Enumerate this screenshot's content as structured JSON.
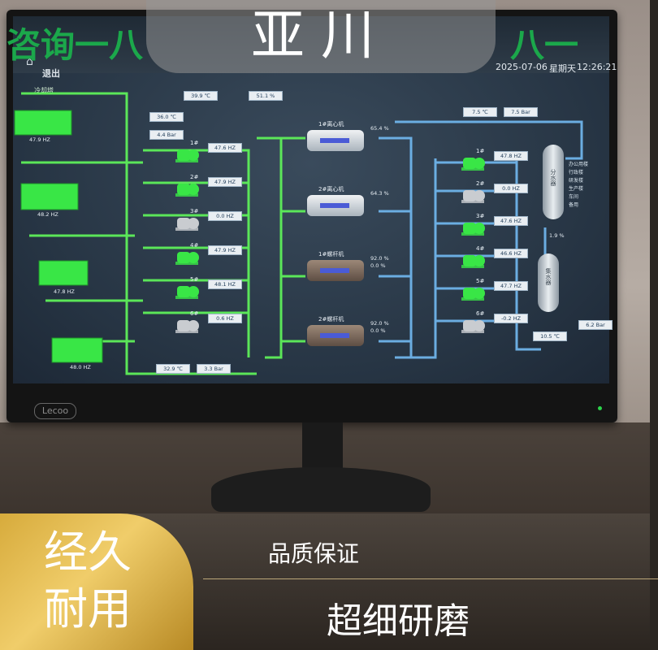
{
  "overlay": {
    "brand": "亚川",
    "left_fragment": "咨询一八",
    "right_fragment": "八一",
    "badge_line1": "经久",
    "badge_line2": "耐用",
    "quality": "品质保证",
    "grind": "超细研磨"
  },
  "monitor": {
    "brand_logo": "Lecoo",
    "header": {
      "exit_label": "退出",
      "date": "2025-07-06",
      "weekday": "星期天",
      "time": "12:26:21",
      "icon": "home-icon"
    },
    "tower_group_label": "冷却塔",
    "top_readings": [
      {
        "value": "39.9 ℃"
      },
      {
        "value": "51.1 %"
      }
    ],
    "left_readings": [
      {
        "value": "36.0 ℃"
      },
      {
        "value": "4.4 Bar"
      }
    ],
    "bottom_readings": [
      {
        "value": "32.9 ℃"
      },
      {
        "value": "3.3 Bar"
      }
    ],
    "right_top_readings": [
      {
        "value": "7.5 ℃"
      },
      {
        "value": "7.5 Bar"
      }
    ],
    "right_bottom_readings": [
      {
        "value": "6.2 Bar"
      },
      {
        "value": "10.5 ℃"
      }
    ],
    "cooling_pumps": [
      {
        "label": "1#",
        "hz": "47.6 HZ",
        "running": true
      },
      {
        "label": "2#",
        "hz": "47.9 HZ",
        "running": true
      },
      {
        "label": "3#",
        "hz": "0.0 HZ",
        "running": false
      },
      {
        "label": "4#",
        "hz": "47.9 HZ",
        "running": true
      },
      {
        "label": "5#",
        "hz": "48.1 HZ",
        "running": true
      },
      {
        "label": "6#",
        "hz": "0.6 HZ",
        "running": false
      }
    ],
    "chilled_pumps": [
      {
        "label": "1#",
        "hz": "47.8 HZ",
        "running": true
      },
      {
        "label": "2#",
        "hz": "0.0 HZ",
        "running": false
      },
      {
        "label": "3#",
        "hz": "47.6 HZ",
        "running": true
      },
      {
        "label": "4#",
        "hz": "46.6 HZ",
        "running": true
      },
      {
        "label": "5#",
        "hz": "47.7 HZ",
        "running": true
      },
      {
        "label": "6#",
        "hz": "-0.2 HZ",
        "running": false
      }
    ],
    "chillers": [
      {
        "label": "1#离心机",
        "p1": "65.4 %",
        "p2": ""
      },
      {
        "label": "2#离心机",
        "p1": "64.3 %",
        "p2": ""
      },
      {
        "label": "1#螺杆机",
        "p1": "92.0 %",
        "p2": "0.0 %"
      },
      {
        "label": "2#螺杆机",
        "p1": "92.0 %",
        "p2": "0.0 %"
      }
    ],
    "tower_hz": [
      "47.9 HZ",
      "48.2 HZ",
      "47.8 HZ",
      "48.0 HZ"
    ],
    "distributor_label": "分水器",
    "collector_label": "集水器",
    "mid_percent": "1.9 %",
    "branch_legend": [
      "办公用楼",
      "行政楼",
      "研发楼",
      "生产楼",
      "车间",
      "备用"
    ]
  },
  "colors": {
    "running_green": "#39e646",
    "pipe_green": "#5ef05a",
    "pipe_blue": "#6fb4ea",
    "gold": "#e2b94c"
  }
}
